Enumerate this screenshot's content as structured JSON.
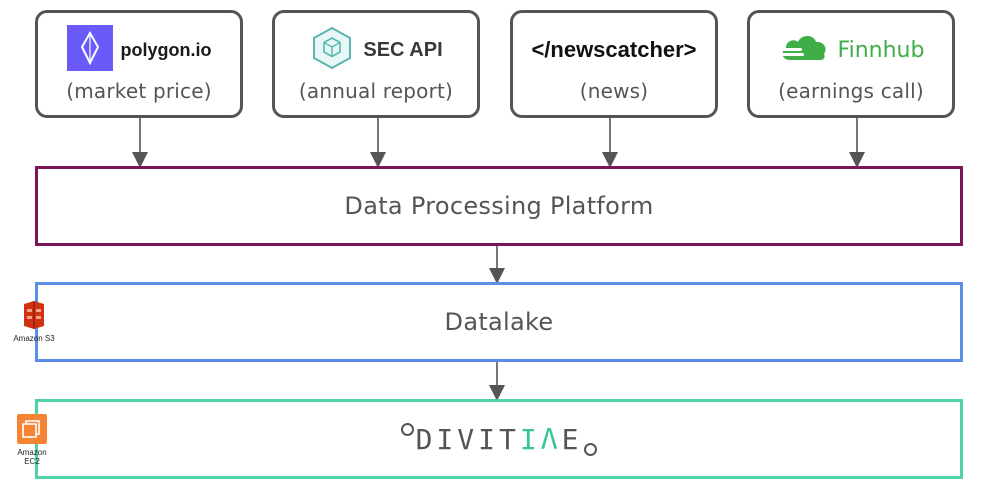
{
  "sources": [
    {
      "brand": "polygon.io",
      "label": "(market price)",
      "icon": "polygon-logo-icon"
    },
    {
      "brand": "SEC API",
      "label": "(annual report)",
      "icon": "sec-api-logo-icon"
    },
    {
      "brand": "</newscatcher>",
      "label": "(news)",
      "icon": ""
    },
    {
      "brand": "Finnhub",
      "label": "(earnings call)",
      "icon": "finnhub-cloud-icon"
    }
  ],
  "processing": {
    "title": "Data Processing Platform"
  },
  "datalake": {
    "title": "Datalake",
    "service": "Amazon S3"
  },
  "app": {
    "name_main": "DIVIT",
    "name_accent": "IΛ",
    "name_tail": "E",
    "service_line1": "Amazon",
    "service_line2": "EC2"
  },
  "colors": {
    "processing_border": "#7a1558",
    "datalake_border": "#5b8ee6",
    "app_border": "#4fd3a4",
    "accent": "#37c49a",
    "polygon_purple": "#6a5af9",
    "finnhub_green": "#3fae49",
    "aws_s3_red": "#d13212",
    "aws_ec2_orange": "#f58534"
  }
}
